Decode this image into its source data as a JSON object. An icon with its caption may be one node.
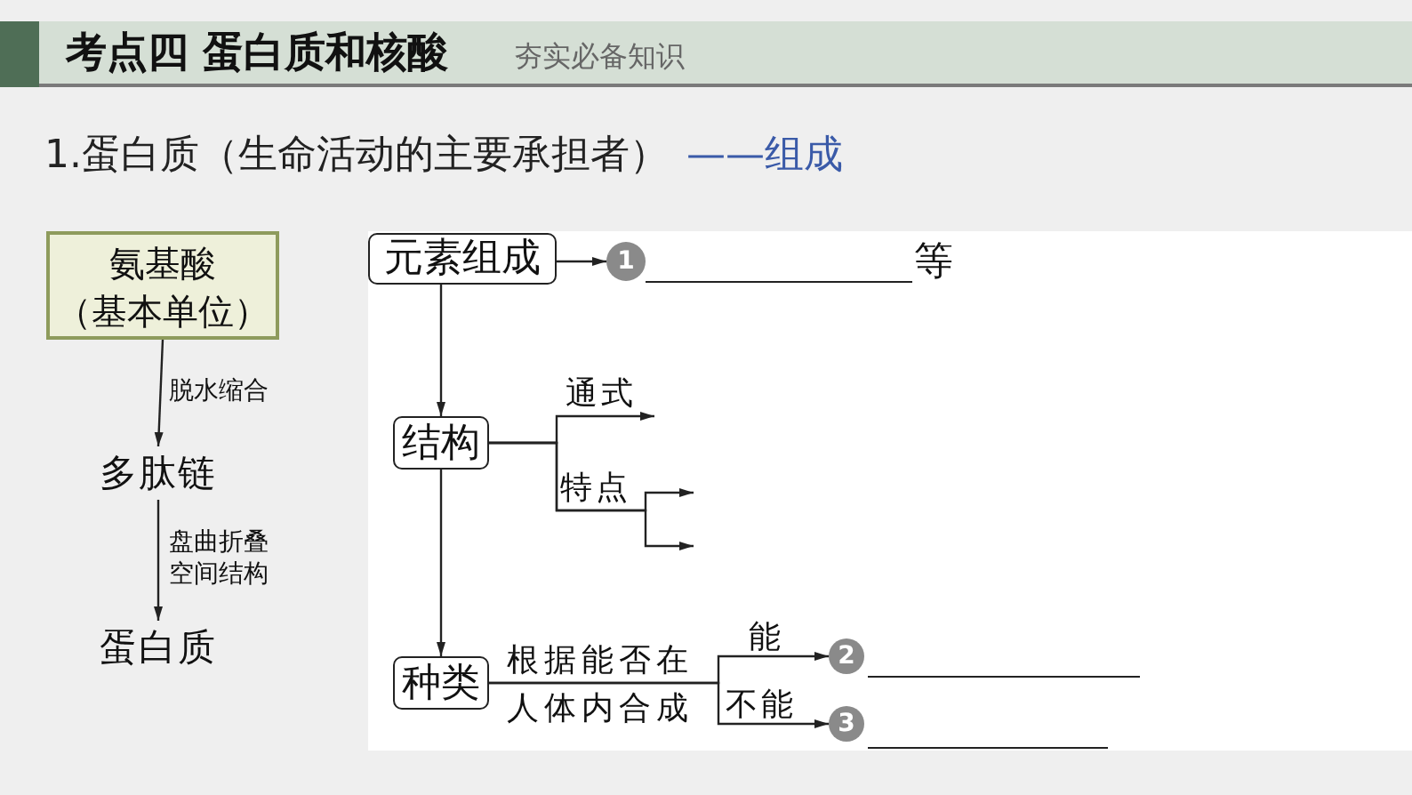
{
  "diagram": {
    "title": "考点四 蛋白质和核酸",
    "nodes": [
      {
        "text": [
          "氨基酸",
          "（基本单位）"
        ]
      },
      {
        "text": [
          "多肽链"
        ]
      },
      {
        "text": [
          "蛋白质"
        ]
      },
      {
        "text": [
          "元素组成"
        ]
      },
      {
        "text": [
          "1"
        ]
      },
      {
        "text": [
          "结构"
        ]
      },
      {
        "text": [
          "种类"
        ]
      },
      {
        "text": [
          "2"
        ]
      },
      {
        "text": [
          "3"
        ]
      }
    ],
    "edges": [
      {
        "from": 0,
        "to": 1,
        "arrow": "to",
        "label": "脱水缩合"
      },
      {
        "from": 1,
        "to": 2,
        "arrow": "to",
        "label": "盘曲折叠空间结构"
      },
      {
        "from": 3,
        "to": 4,
        "arrow": "to"
      },
      {
        "from": 3,
        "to": 5,
        "arrow": "to"
      },
      {
        "from": 5,
        "to": 6,
        "arrow": "to"
      },
      {
        "from": 5,
        "to": null,
        "arrow": "to",
        "label": "通式"
      },
      {
        "from": 5,
        "to": null,
        "arrow": "to",
        "label": "特点"
      },
      {
        "from": 5,
        "to": null,
        "arrow": "to"
      },
      {
        "from": 6,
        "to": 7,
        "arrow": "to",
        "label": "能"
      },
      {
        "from": 6,
        "to": 8,
        "arrow": "to",
        "label": "不能"
      }
    ],
    "labels": [
      "夯实必备知识",
      "1.蛋白质（生命活动的主要承担者）",
      "——组成",
      "等",
      "根据能否在人体内合成"
    ]
  }
}
